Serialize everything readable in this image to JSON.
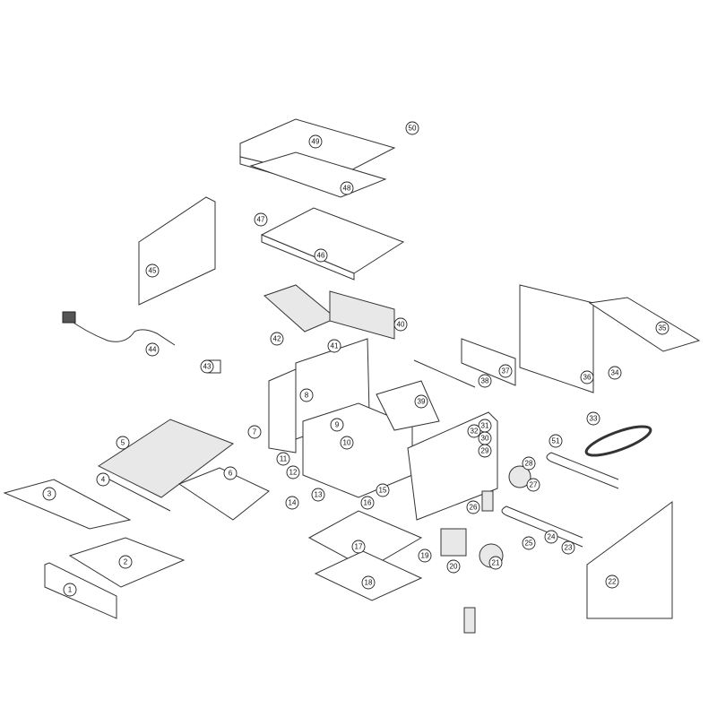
{
  "diagram": {
    "type": "exploded-parts-view",
    "part_numbers": [
      "1",
      "2",
      "3",
      "4",
      "5",
      "6",
      "7",
      "8",
      "9",
      "10",
      "11",
      "12",
      "13",
      "14",
      "15",
      "16",
      "17",
      "18",
      "19",
      "20",
      "21",
      "22",
      "23",
      "24",
      "25",
      "26",
      "27",
      "28",
      "29",
      "30",
      "31",
      "32",
      "33",
      "34",
      "35",
      "36",
      "37",
      "38",
      "39",
      "40",
      "41",
      "42",
      "43",
      "44",
      "45",
      "46",
      "47",
      "48",
      "49",
      "50",
      "51"
    ]
  }
}
